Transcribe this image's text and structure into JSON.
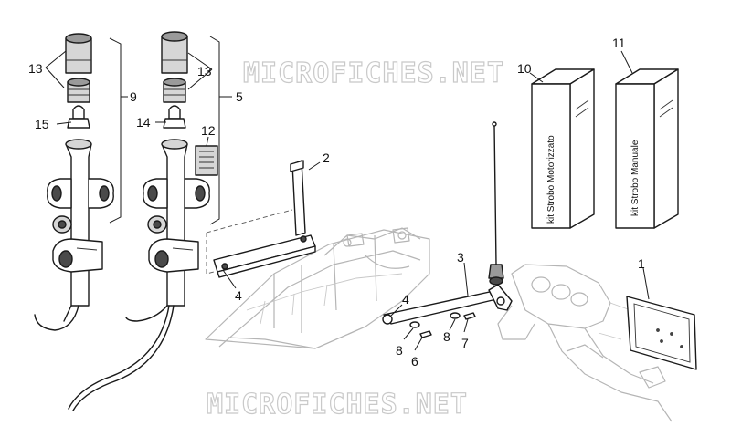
{
  "watermark": {
    "text": "MICROFICHES.NET"
  },
  "callouts": [
    {
      "id": "1",
      "text": "1"
    },
    {
      "id": "2",
      "text": "2"
    },
    {
      "id": "3",
      "text": "3"
    },
    {
      "id": "4a",
      "text": "4"
    },
    {
      "id": "4b",
      "text": "4"
    },
    {
      "id": "5",
      "text": "5"
    },
    {
      "id": "6",
      "text": "6"
    },
    {
      "id": "7",
      "text": "7"
    },
    {
      "id": "8a",
      "text": "8"
    },
    {
      "id": "8b",
      "text": "8"
    },
    {
      "id": "9",
      "text": "9"
    },
    {
      "id": "10",
      "text": "10"
    },
    {
      "id": "11",
      "text": "11"
    },
    {
      "id": "12",
      "text": "12"
    },
    {
      "id": "13a",
      "text": "13"
    },
    {
      "id": "13b",
      "text": "13"
    },
    {
      "id": "14",
      "text": "14"
    },
    {
      "id": "15",
      "text": "15"
    }
  ],
  "kits": {
    "motorized": "kit Strobo Motorizzato",
    "manual": "kit Strobo Manuale"
  },
  "colors": {
    "line": "#1a1a1a",
    "ghost": "#b5b5b5",
    "watermark": "#c9c9c9"
  }
}
